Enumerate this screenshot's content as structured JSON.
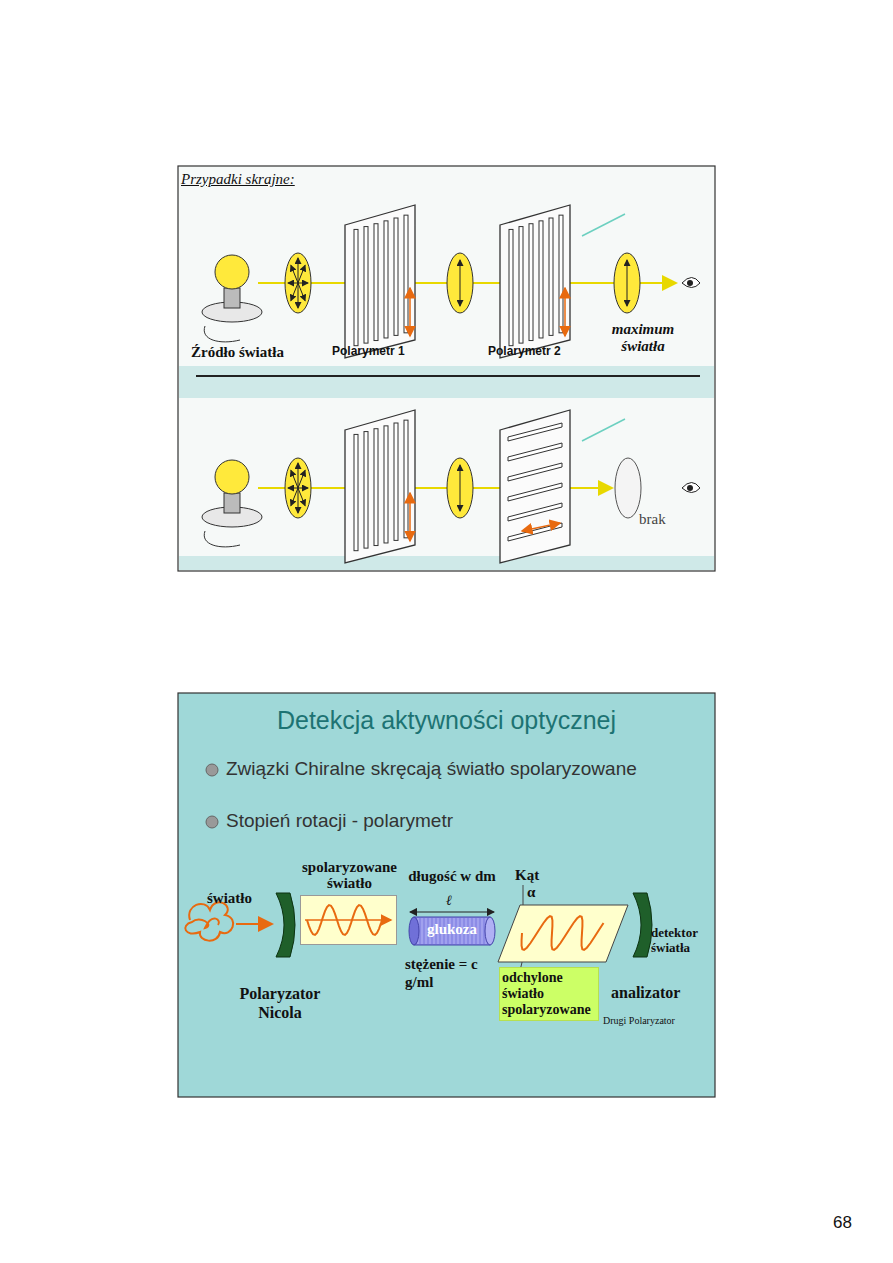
{
  "diagram": {
    "title": "Detekcja aktywności optycznej",
    "nodes": [
      {
        "text": [
          "spolaryzowane światło"
        ]
      },
      {
        "text": [
          "glukoza"
        ]
      },
      {
        "text": [
          "odchylone światło spolaryzowane"
        ]
      }
    ],
    "labels": [
      "Przypadki skrajne:",
      "Źródło światła",
      "Polarymetr 1",
      "Polarymetr 2",
      "maximum światła",
      "brak",
      "Związki Chiralne skręcają światło spolaryzowane",
      "Stopień rotacji - polarymetr",
      "światło",
      "Polaryzator Nicola",
      "długość w dm",
      "ℓ",
      "stężenie = c g/ml",
      "Kąt",
      "α",
      "detektor światła",
      "analizator",
      "Drugi Polaryzator",
      "68"
    ]
  }
}
